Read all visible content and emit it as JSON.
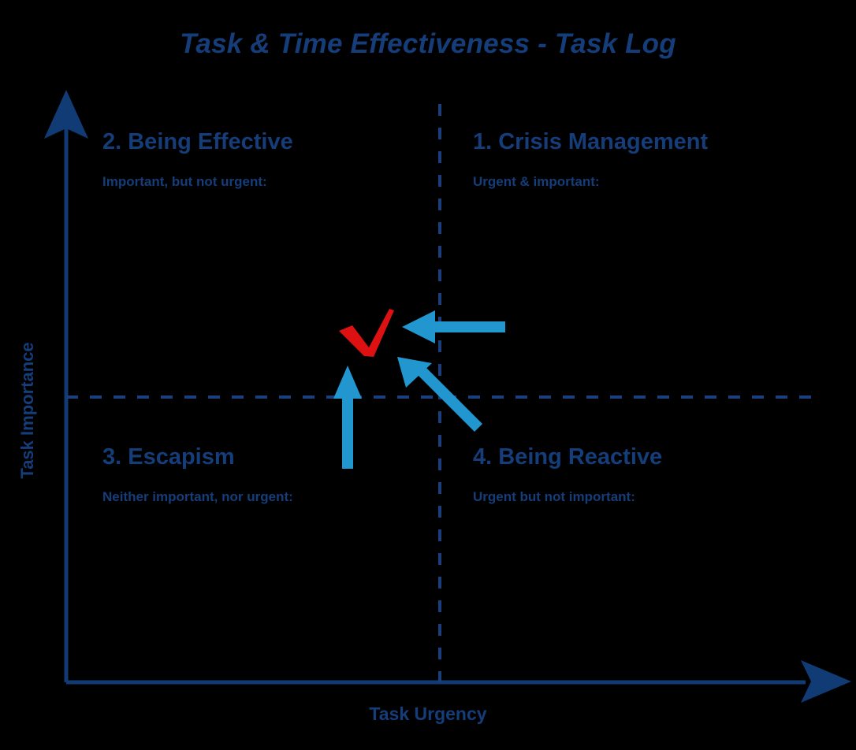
{
  "title": "Task & Time Effectiveness - Task Log",
  "axes": {
    "x_label": "Task Urgency",
    "y_label": "Task Importance"
  },
  "colors": {
    "dark_blue": "#153d7a",
    "axis_blue": "#103b74",
    "light_blue": "#2196cf",
    "check_red": "#dd1111",
    "background": "#000000"
  },
  "quadrants": [
    {
      "id": "quadrant-1",
      "title": "1. Crisis Management",
      "subtitle": "Urgent & important:"
    },
    {
      "id": "quadrant-2",
      "title": "2. Being Effective",
      "subtitle": "Important, but not urgent:"
    },
    {
      "id": "quadrant-3",
      "title": "3. Escapism",
      "subtitle": "Neither important, nor urgent:"
    },
    {
      "id": "quadrant-4",
      "title": "4. Being Reactive",
      "subtitle": "Urgent but not important:"
    }
  ],
  "markers": {
    "check_name": "red-check-mark",
    "arrow_right_to_left_name": "arrow-from-crisis-management",
    "arrow_bottom_to_top_name": "arrow-from-escapism",
    "arrow_diagonal_name": "arrow-from-being-reactive"
  },
  "chart_data": {
    "type": "scatter",
    "title": "Task & Time Effectiveness - Task Log",
    "xlabel": "Task Urgency",
    "ylabel": "Task Importance",
    "grid": false,
    "legend": "none",
    "xlim": [
      0,
      1
    ],
    "ylim": [
      0,
      1
    ],
    "quadrant_divider_x": 0.51,
    "quadrant_divider_y": 0.5,
    "categories": [
      "1. Crisis Management",
      "2. Being Effective",
      "3. Escapism",
      "4. Being Reactive"
    ],
    "quadrant_descriptions": [
      "Urgent & important:",
      "Important, but not urgent:",
      "Neither important, nor urgent:",
      "Urgent but not important:"
    ],
    "annotations": [
      {
        "name": "red-check-mark",
        "shape": "check",
        "color": "#dd1111",
        "quadrant": "2. Being Effective",
        "x": 0.38,
        "y": 0.58
      },
      {
        "name": "arrow-from-crisis-management",
        "shape": "arrow",
        "color": "#2196cf",
        "direction": "right-to-left",
        "from_quadrant": "1. Crisis Management",
        "to": "red-check-mark"
      },
      {
        "name": "arrow-from-escapism",
        "shape": "arrow",
        "color": "#2196cf",
        "direction": "bottom-to-top",
        "from_quadrant": "3. Escapism",
        "to": "red-check-mark"
      },
      {
        "name": "arrow-from-being-reactive",
        "shape": "arrow",
        "color": "#2196cf",
        "direction": "diagonal-up-left",
        "from_quadrant": "4. Being Reactive",
        "to": "red-check-mark"
      }
    ]
  }
}
